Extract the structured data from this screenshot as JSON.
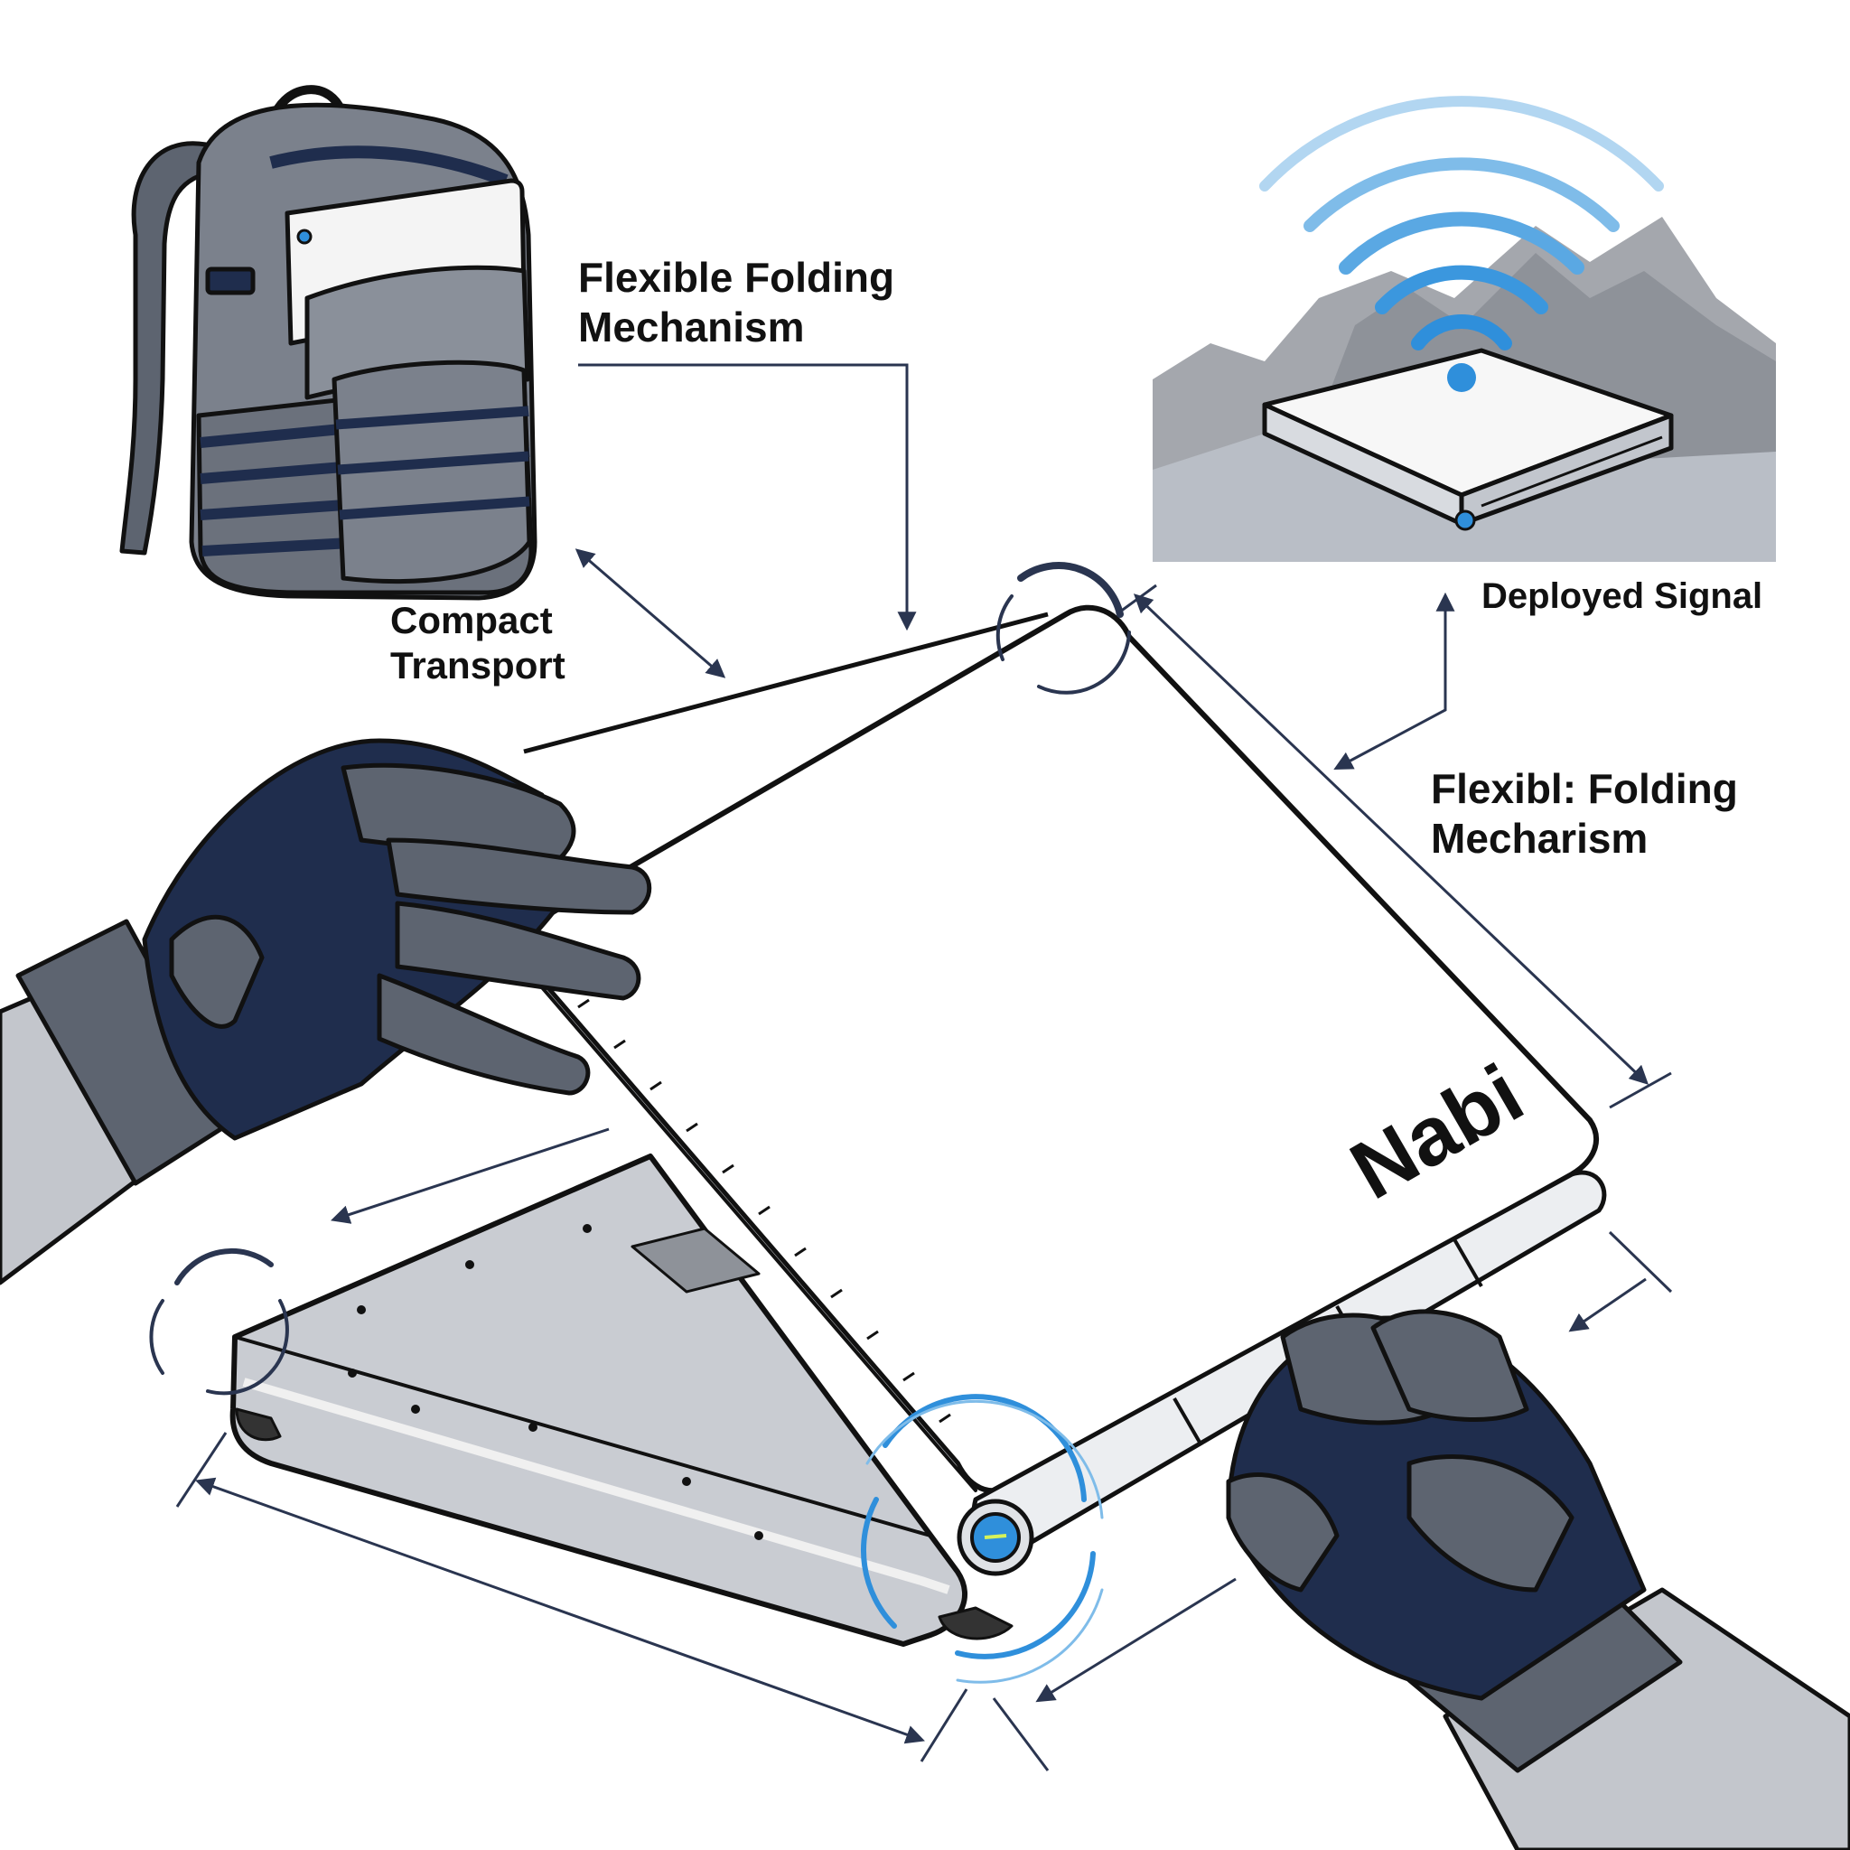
{
  "labels": {
    "folding_top": [
      "Flexible Folding",
      "Mechanism"
    ],
    "transport": [
      "Compact",
      "Transport"
    ],
    "signal": "Deployed Signal",
    "folding_right": [
      "Flexibl: Folding",
      "Mecharism"
    ]
  },
  "device": {
    "brand": "Nabi"
  },
  "colors": {
    "navy": "#1f2d4d",
    "gray": "#5d6470",
    "light_gray": "#b9bec6",
    "accent_blue": "#2f8fdb",
    "outline": "#111111",
    "mountain": "#a4a7ad"
  },
  "icons": [
    "wifi-signal-icon",
    "hinge-rotation-icon",
    "power-button-icon"
  ]
}
